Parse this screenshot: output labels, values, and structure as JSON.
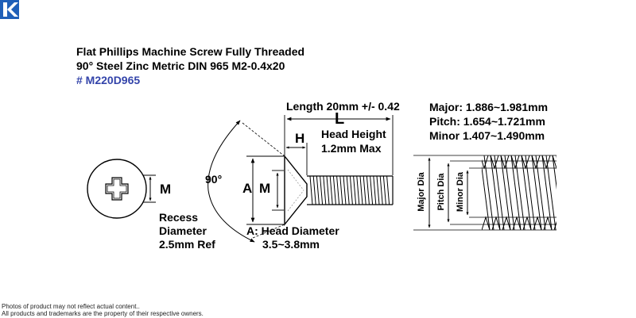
{
  "brand": {
    "logo_icon": "k-logo-icon",
    "color": "#1f5fb8"
  },
  "product": {
    "title_line1": "Flat Phillips Machine Screw Fully Threaded",
    "title_line2": "90° Steel Zinc Metric DIN 965 M2-0.4x20",
    "part_number": "# M220D965"
  },
  "dimensions": {
    "length": "Length 20mm +/- 0.42",
    "length_symbol": "L",
    "head_height_symbol": "H",
    "head_height_line1": "Head Height",
    "head_height_line2": "1.2mm Max",
    "angle": "90°",
    "a_symbol": "A",
    "m_symbol": "M",
    "end_view_m_symbol": "M",
    "recess_line1": "Recess",
    "recess_line2": "Diameter",
    "recess_line3": "2.5mm Ref",
    "head_diameter_line1": "A: Head Diameter",
    "head_diameter_line2": "3.5~3.8mm"
  },
  "thread": {
    "major": "Major: 1.886~1.981mm",
    "pitch": "Pitch: 1.654~1.721mm",
    "minor": "Minor 1.407~1.490mm",
    "major_label": "Major Dia",
    "pitch_label": "Pitch Dia",
    "minor_label": "Minor Dia"
  },
  "footer": {
    "line1": "Photos of product may not reflect actual content..",
    "line2": "All products and trademarks are the property of their respective owners."
  }
}
